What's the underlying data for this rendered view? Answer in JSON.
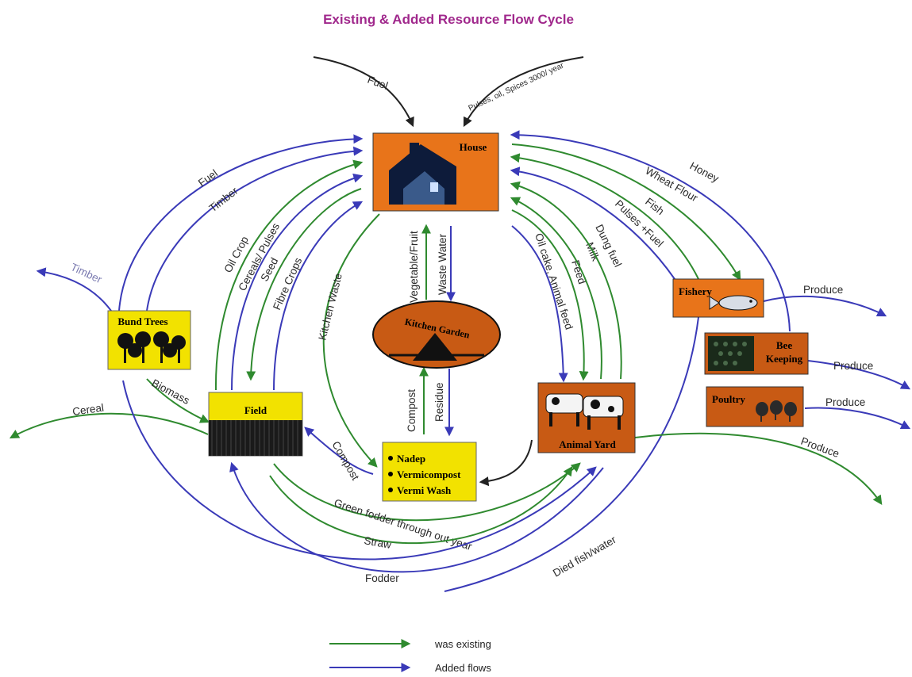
{
  "title": "Existing & Added Resource Flow Cycle",
  "colors": {
    "title": "#a0288c",
    "existing": "#2f8a2f",
    "added": "#3a3ab8",
    "box_orange": "#e8741a",
    "box_yellow": "#f2e200",
    "box_brown": "#c85a14"
  },
  "nodes": {
    "house": "House",
    "kitchen_garden": "Kitchen Garden",
    "bund_trees": "Bund Trees",
    "field": "Field",
    "nadep_items": [
      "Nadep",
      "Vermicompost",
      "Vermi Wash"
    ],
    "animal_yard": "Animal Yard",
    "fishery": "Fishery",
    "bee_keeping": [
      "Bee",
      "Keeping"
    ],
    "poultry": "Poultry"
  },
  "flows": {
    "fuel_in": "Fuel",
    "pulses_oil_spices": "Pulses, oil, Spices 3000/ year",
    "fuel": "Fuel",
    "timber_house": "Timber",
    "oil_crop": "Oil Crop",
    "cereals_pulses": "Cereals/ Pulses",
    "seed": "Seed",
    "fibre_crops": "Fibre Crops",
    "kitchen_waste": "Kitchen Waste",
    "vegetable_fruit": "Vegetable/Fruit",
    "waste_water": "Waste Water",
    "compost_up": "Compost",
    "residue": "Residue",
    "oil_cake": "Oil cake, Animal feed",
    "feed": "Feed",
    "milk": "Milk",
    "dung_fuel": "Dung fuel",
    "pulses_fuel": "Pulses +Fuel",
    "fish": "Fish",
    "wheat_flour": "Wheat Flour",
    "honey": "Honey",
    "timber_out": "Timber",
    "biomass": "Biomass",
    "cereal": "Cereal",
    "compost_field": "Compost",
    "green_fodder": "Green fodder through out year",
    "straw": "Straw",
    "fodder": "Fodder",
    "died_fish": "Died fish/water",
    "produce_fishery": "Produce",
    "produce_bee": "Produce",
    "produce_poultry": "Produce",
    "produce_animal": "Produce"
  },
  "legend": {
    "existing": "was existing",
    "added": "Added flows"
  }
}
